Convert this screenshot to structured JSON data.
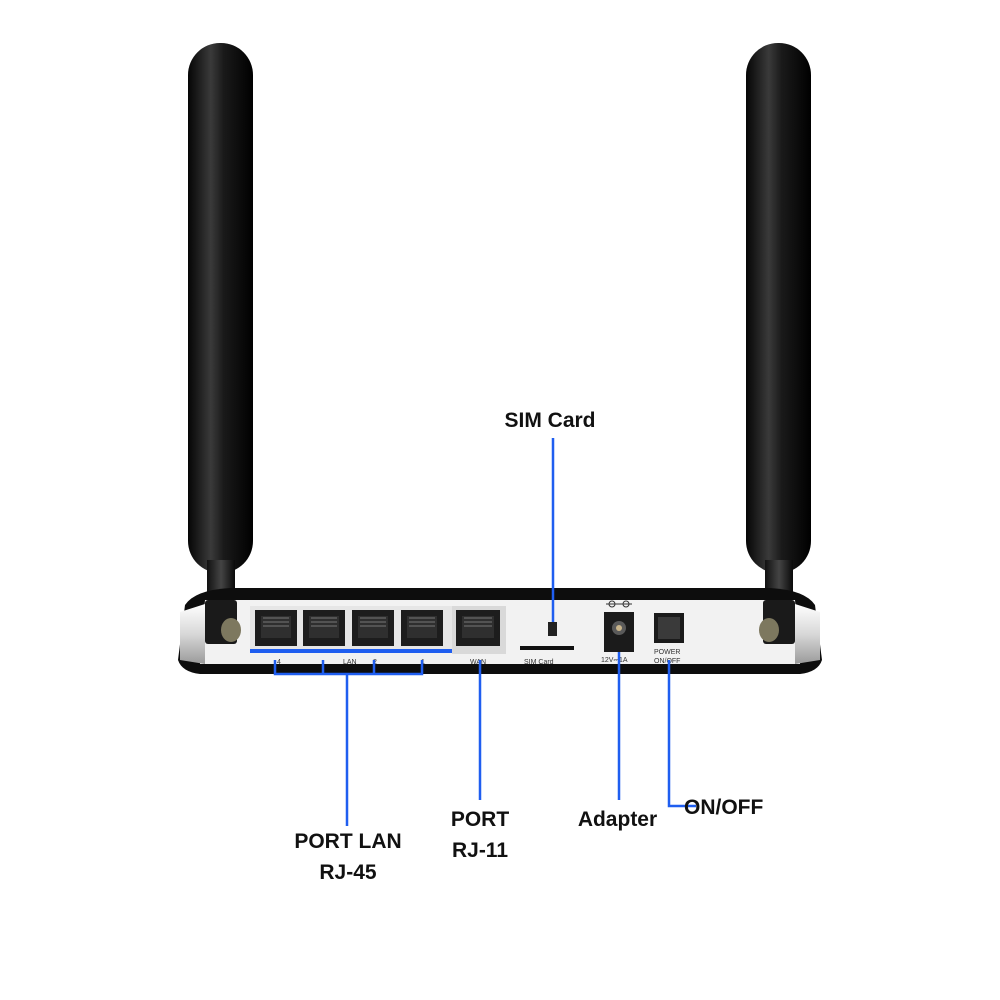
{
  "callouts": {
    "sim_card": "SIM Card",
    "port_lan_line1": "PORT LAN",
    "port_lan_line2": "RJ-45",
    "port_rj11_line1": "PORT",
    "port_rj11_line2": "RJ-11",
    "adapter": "Adapter",
    "on_off": "ON/OFF"
  },
  "device_labels": {
    "lan_4": "4",
    "lan": "LAN",
    "lan_2": "2",
    "lan_1": "1",
    "wan": "WAN",
    "sim_card": "SIM Card",
    "power_rating": "12V⎓1A",
    "power_switch_line1": "POWER",
    "power_switch_line2": "ON/OFF"
  },
  "colors": {
    "accent_blue": "#1f5ef0",
    "device_black": "#0d0d0d",
    "device_white": "#f2f2f2"
  }
}
